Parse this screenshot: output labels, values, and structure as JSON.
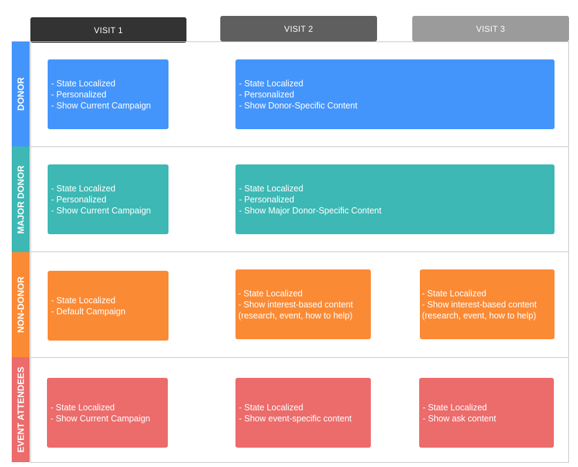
{
  "columns": [
    "VISIT 1",
    "VISIT 2",
    "VISIT 3"
  ],
  "colors": {
    "donor": "#4495fb",
    "major_donor": "#3db8b4",
    "non_donor": "#fb8a35",
    "event_attendees": "#ec6b6b",
    "visit1_header": "#333333",
    "visit2_header": "#5f5f5f",
    "visit3_header": "#9b9b9b"
  },
  "rows": [
    {
      "label": "DONOR",
      "cards": [
        {
          "lines": [
            "- State Localized",
            "- Personalized",
            "- Show Current Campaign"
          ]
        },
        {
          "lines": [
            "- State Localized",
            "- Personalized",
            "- Show Donor-Specific Content"
          ]
        }
      ]
    },
    {
      "label": "MAJOR DONOR",
      "cards": [
        {
          "lines": [
            "- State Localized",
            "- Personalized",
            "- Show Current Campaign"
          ]
        },
        {
          "lines": [
            "- State Localized",
            "- Personalized",
            "- Show Major Donor-Specific Content"
          ]
        }
      ]
    },
    {
      "label": "NON-DONOR",
      "cards": [
        {
          "lines": [
            "- State Localized",
            "- Default Campaign"
          ]
        },
        {
          "lines": [
            "- State Localized",
            "- Show interest-based content",
            "(research, event, how to help)"
          ]
        },
        {
          "lines": [
            "- State Localized",
            "- Show interest-based content",
            "(research, event, how to help)"
          ]
        }
      ]
    },
    {
      "label": "EVENT ATTENDEES",
      "cards": [
        {
          "lines": [
            "- State Localized",
            "- Show Current Campaign"
          ]
        },
        {
          "lines": [
            "- State Localized",
            "- Show event-specific content"
          ]
        },
        {
          "lines": [
            "- State Localized",
            "- Show ask content"
          ]
        }
      ]
    }
  ]
}
